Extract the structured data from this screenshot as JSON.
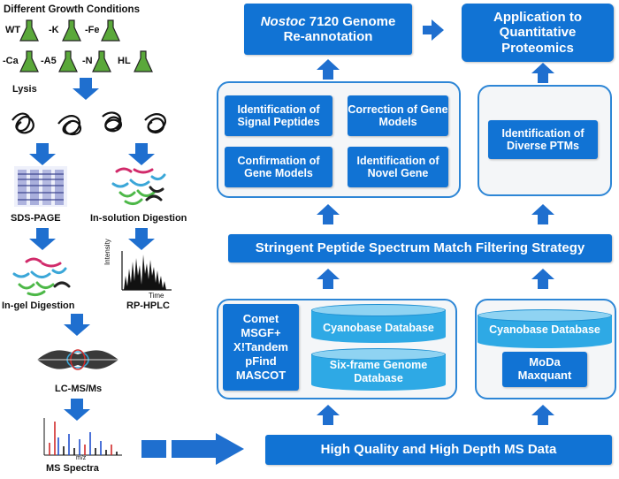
{
  "left": {
    "title": "Different Growth Conditions",
    "conditions_row1": [
      "WT",
      "-K",
      "-Fe"
    ],
    "conditions_row2": [
      "-Ca",
      "-A5",
      "-N",
      "HL"
    ],
    "lysis": "Lysis",
    "sds_page": "SDS-PAGE",
    "in_solution": "In-solution Digestion",
    "in_gel": "In-gel Digestion",
    "rp_hplc": "RP-HPLC",
    "lcms": "LC-MS/Ms",
    "ms_spectra": "MS Spectra",
    "chrom_ylabel": "Intensity",
    "chrom_xlabel": "Time",
    "spec_xlabel": "m/z"
  },
  "right": {
    "genome_reannotation_italic": "Nostoc",
    "genome_reannotation_rest": " 7120 Genome",
    "genome_reannotation_line2": "Re-annotation",
    "application": "Application to Quantitative Proteomics",
    "signal_peptides": "Identification of Signal Peptides",
    "correction": "Correction of Gene Models",
    "confirmation": "Confirmation of Gene Models",
    "novel_gene": "Identification of Novel Gene",
    "diverse_ptms": "Identification of Diverse PTMs",
    "filtering": "Stringent Peptide Spectrum Match Filtering Strategy",
    "search_engines": [
      "Comet",
      "MSGF+",
      "X!Tandem",
      "pFind",
      "MASCOT"
    ],
    "cyanobase_db": "Cyanobase Database",
    "six_frame_db": "Six-frame Genome Database",
    "cyanobase_db2": "Cyanobase Database",
    "quant_tools": [
      "MoDa",
      "Maxquant"
    ],
    "ms_data": "High Quality and High Depth MS Data"
  },
  "colors": {
    "box_blue": "#1173d4",
    "arrow_blue": "#1f6fcf",
    "cylinder": "#2ea9e5",
    "flask_green": "#5aa83a"
  }
}
